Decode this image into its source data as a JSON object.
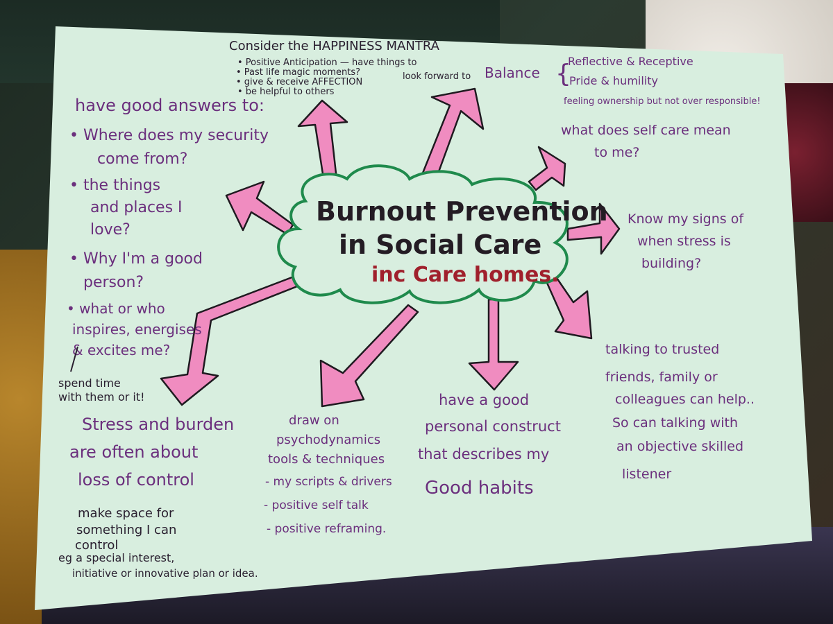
{
  "title": {
    "line1": "Burnout Prevention",
    "line2": "in Social Care",
    "line3": "inc Care homes."
  },
  "happiness": {
    "heading": "Consider the HAPPINESS MANTRA",
    "items": [
      "• Positive Anticipation — have things to",
      "look forward to",
      "• Past life magic moments?",
      "• give & receive AFFECTION",
      "• be helpful to others"
    ]
  },
  "balance": {
    "label": "Balance",
    "items": [
      "Reflective & Receptive",
      "Pride & humility",
      "feeling ownership but not over responsible!"
    ]
  },
  "answers": {
    "heading": "have good answers to:",
    "lines": [
      "• Where does my security",
      "come from?",
      "• the things",
      "and places I",
      "love?",
      "• Why I'm a good",
      "person?",
      "• what or who",
      "inspires, energises",
      "& excites me?"
    ],
    "spend_time": [
      "spend time",
      "with them or it!"
    ]
  },
  "selfcare": [
    "what does self care mean",
    "to me?"
  ],
  "signs": [
    "Know my signs of",
    "when stress is",
    "building?"
  ],
  "talking": [
    "talking to trusted",
    "friends, family or",
    "colleagues can help..",
    "So can talking with",
    "an objective skilled",
    "listener"
  ],
  "stress": {
    "lines": [
      "Stress and burden",
      "are often about",
      "loss of control"
    ],
    "make_space": [
      "make space for",
      "something I can",
      "control",
      "eg a special interest,",
      "initiative or innovative plan or idea."
    ]
  },
  "psycho": [
    "draw on",
    "psychodynamics",
    "tools & techniques",
    "- my scripts & drivers",
    "- positive self talk",
    "- positive reframing."
  ],
  "construct": [
    "have a good",
    "personal construct",
    "that describes my",
    "Good habits"
  ],
  "colors": {
    "paper": "#d8eedf",
    "handwriting": "#6b2f7d",
    "arrow_fill": "#f08cc0",
    "cloud_outline": "#1f8a4c",
    "title_red": "#a0202c"
  }
}
